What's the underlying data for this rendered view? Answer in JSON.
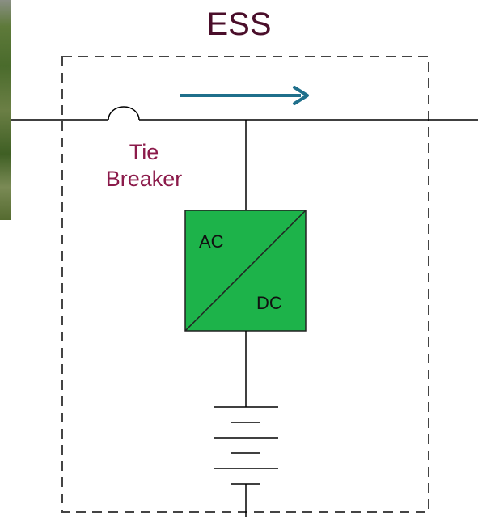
{
  "title": "ESS",
  "tie_breaker": {
    "line1": "Tie",
    "line2": "Breaker"
  },
  "converter": {
    "ac_label": "AC",
    "dc_label": "DC",
    "fill_color": "#1db34a"
  },
  "colors": {
    "title": "#4a0e2a",
    "tie_label": "#8b1a4a",
    "arrow": "#1f6f8b",
    "lines": "#000000"
  }
}
